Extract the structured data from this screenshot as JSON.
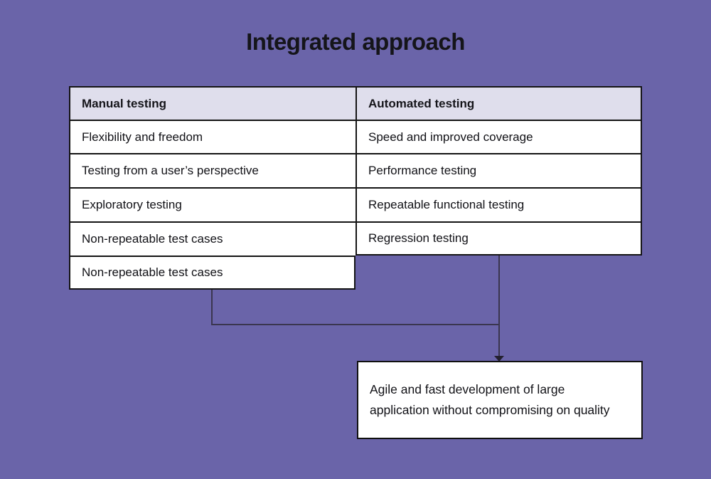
{
  "title": "Integrated approach",
  "colors": {
    "background": "#6A64A9",
    "header_bg": "#DFDEEC",
    "cell_bg": "#FFFFFF",
    "table_border": "#141414",
    "connector": "#3A364F",
    "text": "#111116"
  },
  "table": {
    "columns": [
      {
        "header": "Manual testing",
        "rows": [
          "Flexibility and freedom",
          "Testing from a user’s perspective",
          "Exploratory testing",
          "Non-repeatable test cases",
          "Non-repeatable test cases"
        ]
      },
      {
        "header": "Automated testing",
        "rows": [
          "Speed and improved coverage",
          "Performance testing",
          "Repeatable functional testing",
          "Regression testing"
        ]
      }
    ]
  },
  "result_box": {
    "text": "Agile and fast development of large application without compromising on quality"
  }
}
